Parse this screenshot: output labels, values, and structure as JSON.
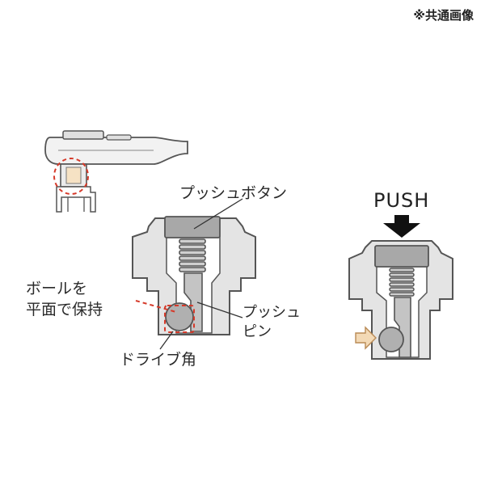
{
  "note": "※共通画像",
  "labels": {
    "push_button": "プッシュボタン",
    "ball_line1": "ボールを",
    "ball_line2": "平面で保持",
    "push_pin_line1": "プッシュ",
    "push_pin_line2": "ピン",
    "drive": "ドライブ角",
    "push": "PUSH"
  },
  "colors": {
    "outline": "#555555",
    "body_fill": "#e4e4e4",
    "dark_gray": "#a8a8a8",
    "highlight_red": "#d63a2a",
    "arrow_fill": "#f3d9b5",
    "arrow_stroke": "#b98a55",
    "push_arrow": "#111111"
  }
}
